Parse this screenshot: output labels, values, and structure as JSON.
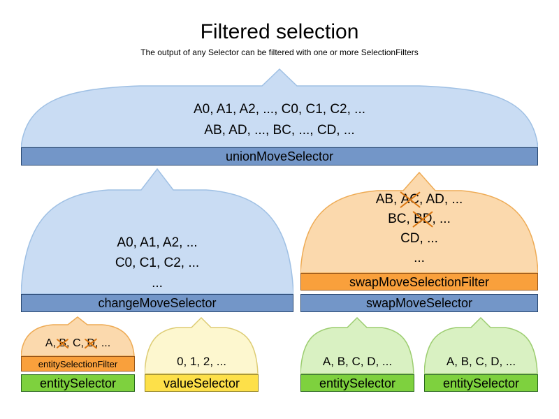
{
  "page": {
    "title": "Filtered selection",
    "subtitle": "The output of any Selector can be filtered with one or more SelectionFilters"
  },
  "colors": {
    "blueFunnelFill": "#c9dcf3",
    "blueFunnelStroke": "#9fc0e4",
    "blueBarFill": "#7396c8",
    "blueBarStroke": "#27466f",
    "orangeFunnelFill": "#fbd9ad",
    "orangeFunnelStroke": "#eeab55",
    "orangeBarFill": "#f9a03c",
    "orangeBarStroke": "#99581b",
    "greenFunnelFill": "#d9f1c2",
    "greenFunnelStroke": "#9ccd70",
    "greenBarFill": "#7ed13e",
    "greenBarStroke": "#29691c",
    "yellowFunnelFill": "#fdf7cf",
    "yellowFunnelStroke": "#ddcc74",
    "yellowBarFill": "#fde049",
    "yellowBarStroke": "#97861e",
    "crossColor": "#d9750f",
    "textColor": "#000000"
  },
  "union": {
    "lines": [
      "A0, A1, A2, ..., C0, C1, C2, ...",
      "AB, AD, ..., BC, ..., CD, ..."
    ],
    "bar": "unionMoveSelector"
  },
  "change": {
    "lines": [
      "A0, A1, A2, ...",
      "C0, C1, C2, ...",
      "..."
    ],
    "bar": "changeMoveSelector"
  },
  "swap": {
    "lines": {
      "l1pre": "AB, ",
      "l1x": "AC",
      "l1post": ", AD, ...",
      "l2pre": "BC, ",
      "l2x": "BD",
      "l2post": ", ...",
      "l3": "CD, ...",
      "l4": "..."
    },
    "filter_bar": "swapMoveSelectionFilter",
    "bar": "swapMoveSelector"
  },
  "entity_filtered": {
    "parts": {
      "p0": "A, ",
      "x1": "B",
      "p2": ", C, ",
      "x3": "D",
      "p4": ", ..."
    },
    "filter_bar": "entitySelectionFilter",
    "bar": "entitySelector"
  },
  "value": {
    "line": "0, 1, 2, ...",
    "bar": "valueSelector"
  },
  "entity2": {
    "line": "A, B, C, D, ...",
    "bar": "entitySelector"
  },
  "entity3": {
    "line": "A, B, C, D, ...",
    "bar": "entitySelector"
  }
}
